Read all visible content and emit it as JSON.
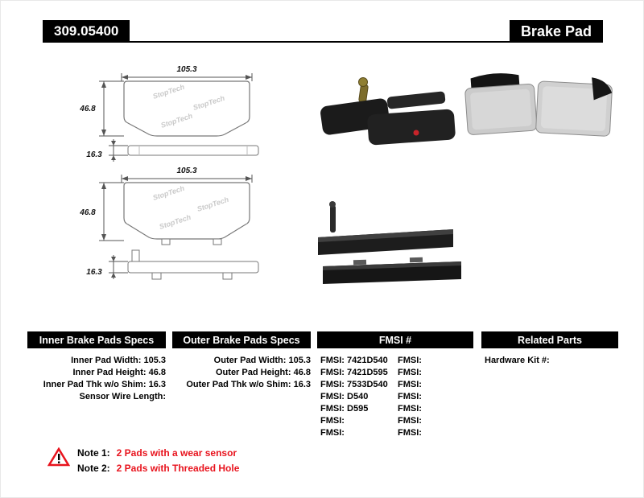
{
  "header": {
    "part_number": "309.05400",
    "product_name": "Brake Pad"
  },
  "drawing": {
    "watermark": "StopTech",
    "top": {
      "width": "105.3",
      "height": "46.8",
      "thickness": "16.3"
    },
    "bottom": {
      "width": "105.3",
      "height": "46.8",
      "thickness": "16.3"
    }
  },
  "tables": {
    "inner": {
      "title": "Inner Brake Pads Specs",
      "rows": [
        {
          "label": "Inner Pad Width:",
          "value": "105.3"
        },
        {
          "label": "Inner Pad Height:",
          "value": "46.8"
        },
        {
          "label": "Inner Pad Thk w/o Shim:",
          "value": "16.3"
        },
        {
          "label": "Sensor Wire Length:",
          "value": ""
        }
      ]
    },
    "outer": {
      "title": "Outer Brake Pads Specs",
      "rows": [
        {
          "label": "Outer Pad Width:",
          "value": "105.3"
        },
        {
          "label": "Outer Pad Height:",
          "value": "46.8"
        },
        {
          "label": "Outer Pad Thk w/o Shim:",
          "value": "16.3"
        }
      ]
    },
    "fmsi": {
      "title": "FMSI #",
      "left": [
        {
          "label": "FMSI:",
          "value": "7421D540"
        },
        {
          "label": "FMSI:",
          "value": "7421D595"
        },
        {
          "label": "FMSI:",
          "value": "7533D540"
        },
        {
          "label": "FMSI:",
          "value": "D540"
        },
        {
          "label": "FMSI:",
          "value": "D595"
        },
        {
          "label": "FMSI:",
          "value": ""
        },
        {
          "label": "FMSI:",
          "value": ""
        }
      ],
      "right": [
        {
          "label": "FMSI:",
          "value": ""
        },
        {
          "label": "FMSI:",
          "value": ""
        },
        {
          "label": "FMSI:",
          "value": ""
        },
        {
          "label": "FMSI:",
          "value": ""
        },
        {
          "label": "FMSI:",
          "value": ""
        },
        {
          "label": "FMSI:",
          "value": ""
        },
        {
          "label": "FMSI:",
          "value": ""
        }
      ]
    },
    "related": {
      "title": "Related Parts",
      "rows": [
        {
          "label": "Hardware Kit #:",
          "value": ""
        }
      ]
    }
  },
  "notes": {
    "items": [
      {
        "label": "Note 1:",
        "text": "2 Pads with a wear sensor"
      },
      {
        "label": "Note 2:",
        "text": "2 Pads with Threaded Hole"
      }
    ]
  },
  "colors": {
    "header_bg": "#000000",
    "note_red": "#e8131d",
    "sensor_yellow": "#8f7f33"
  }
}
